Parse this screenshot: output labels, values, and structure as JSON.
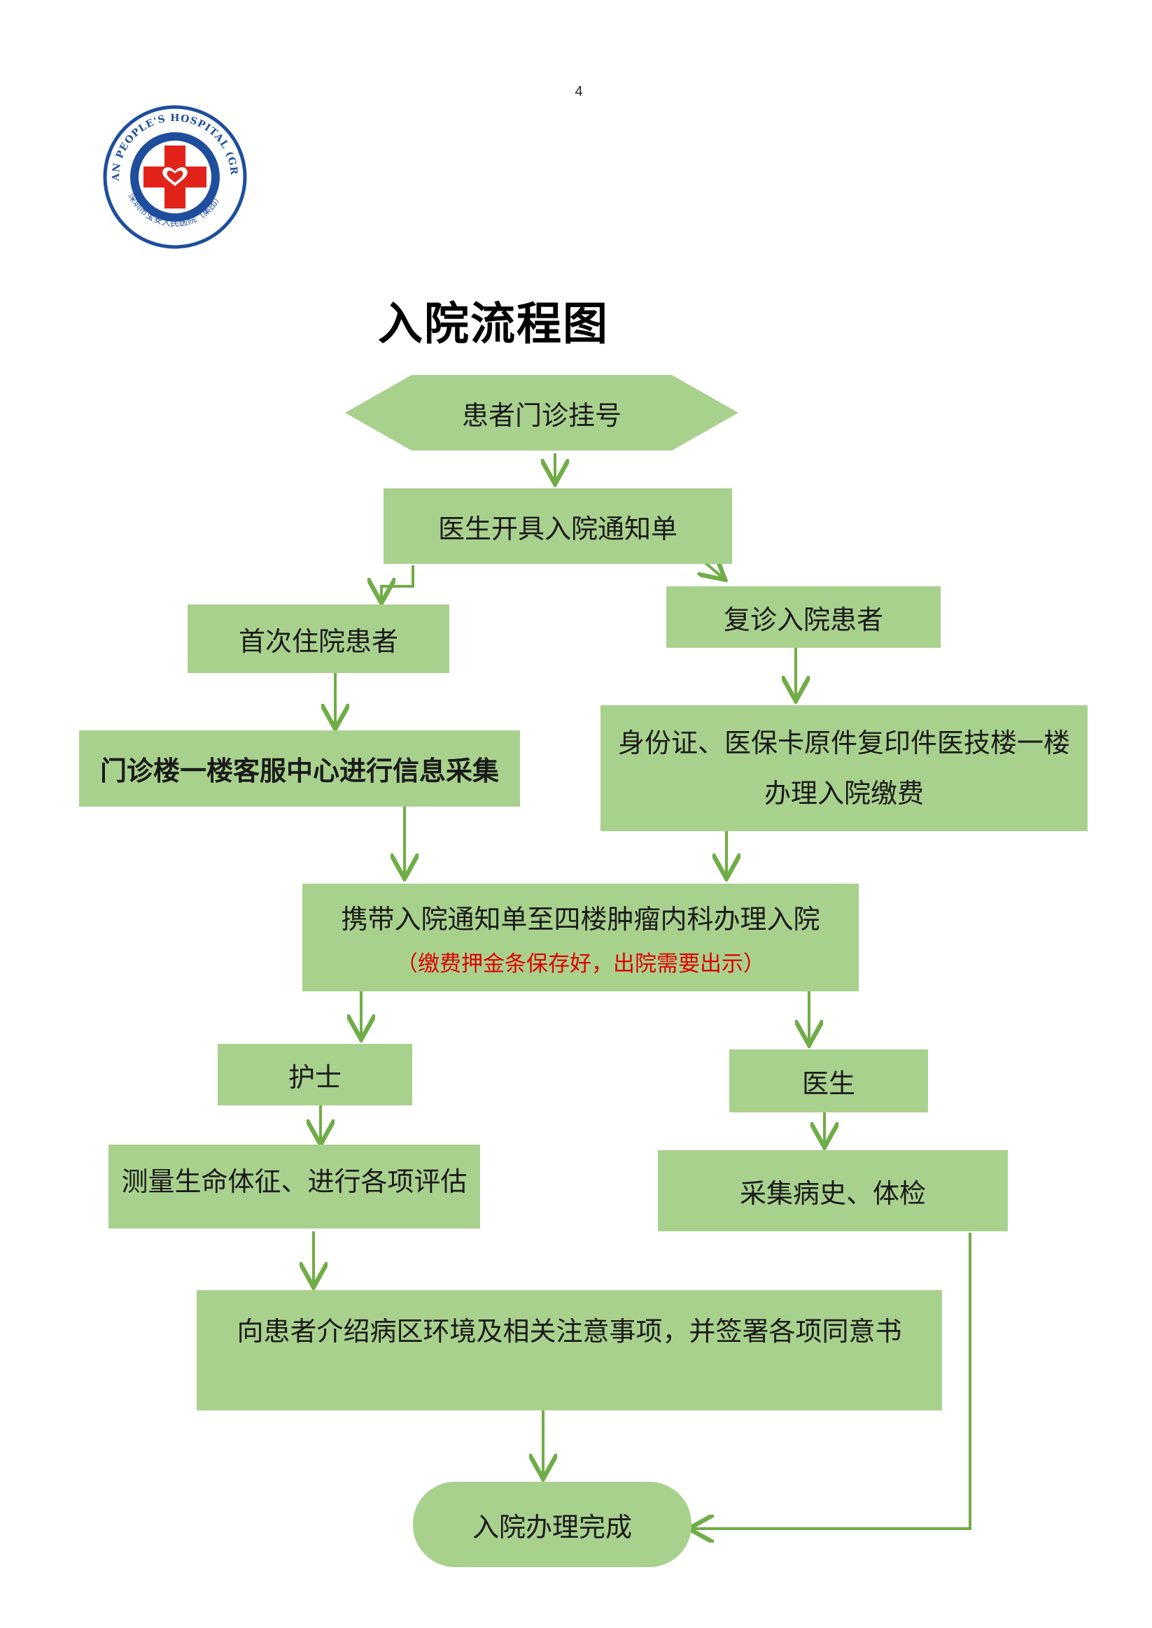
{
  "page_number": "4",
  "logo": {
    "name_en": "BAOAN PEOPLE'S HOSPITAL (GROUP)",
    "name_cn": "深圳市宝安人民医院（集团）"
  },
  "title": "入院流程图",
  "nodes": {
    "start": "患者门诊挂号",
    "notice": "医生开具入院通知单",
    "first_time": "首次住院患者",
    "follow_up": "复诊入院患者",
    "info_collect": "门诊楼一楼客服中心进行信息采集",
    "payment_line1": "身份证、医保卡原件复印件医技楼一楼",
    "payment_line2": "办理入院缴费",
    "admit": "携带入院通知单至四楼肿瘤内科办理入院",
    "admit_note": "（缴费押金条保存好，出院需要出示）",
    "nurse": "护士",
    "doctor": "医生",
    "nurse_task": "测量生命体征、进行各项评估",
    "doctor_task": "采集病史、体检",
    "introduce": "向患者介绍病区环境及相关注意事项，并签署各项同意书",
    "end": "入院办理完成"
  },
  "colors": {
    "node_fill": "#a9d18e",
    "arrow": "#70ad47",
    "note_text": "#e00000"
  }
}
